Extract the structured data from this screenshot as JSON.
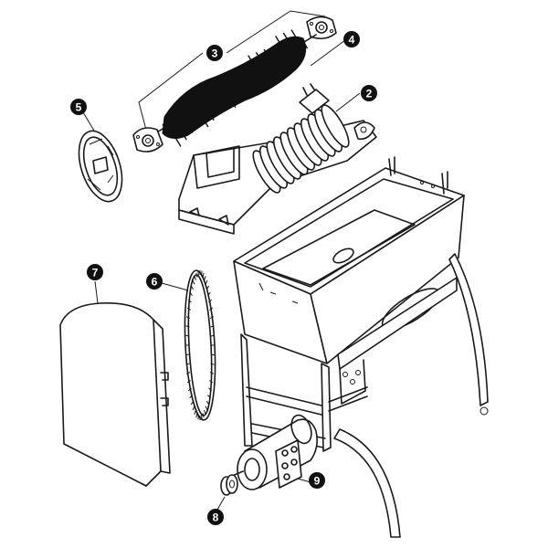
{
  "callouts": [
    {
      "id": "2",
      "label": "2"
    },
    {
      "id": "3",
      "label": "3"
    },
    {
      "id": "4",
      "label": "4"
    },
    {
      "id": "5",
      "label": "5"
    },
    {
      "id": "6",
      "label": "6"
    },
    {
      "id": "7",
      "label": "7"
    },
    {
      "id": "8",
      "label": "8"
    },
    {
      "id": "9",
      "label": "9"
    }
  ]
}
